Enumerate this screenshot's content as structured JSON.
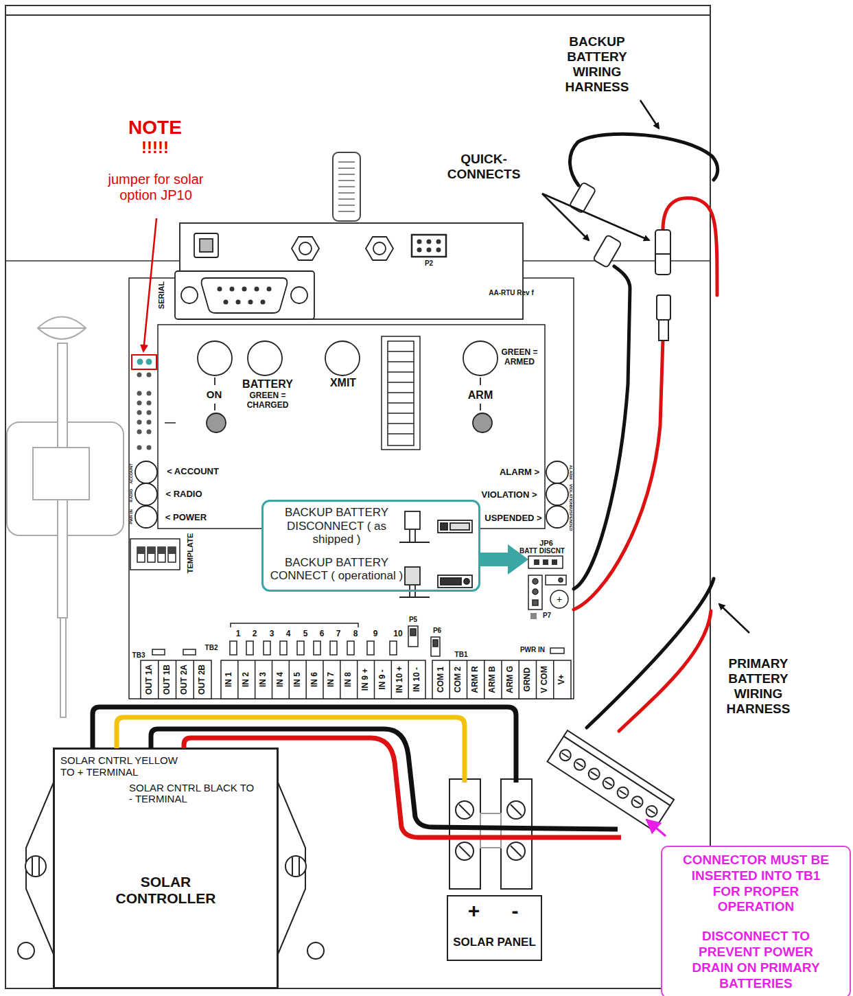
{
  "diagram": {
    "nodes": [
      {
        "text": [
          "BACKUP BATTERY DISCONNECT ( as shipped )",
          "BACKUP BATTERY CONNECT ( operational )"
        ]
      },
      {
        "text": [
          "SOLAR CNTRL YELLOW TO + TERMINAL",
          "SOLAR CNTRL BLACK TO - TERMINAL",
          "SOLAR CONTROLLER"
        ]
      },
      {
        "text": [
          "+",
          "-",
          "SOLAR PANEL"
        ]
      },
      {
        "text": [
          "CONNECTOR MUST BE INSERTED INTO TB1 FOR PROPER OPERATION",
          "DISCONNECT TO PREVENT POWER DRAIN ON PRIMARY BATTERIES"
        ]
      }
    ],
    "labels": [
      "NOTE",
      "!!!!!",
      "jumper for solar option JP10",
      "BACKUP BATTERY WIRING HARNESS",
      "QUICK- CONNECTS",
      "PRIMARY BATTERY WIRING HARNESS",
      "SERIAL",
      "P2",
      "AA-RTU Rev f",
      "ON",
      "BATTERY",
      "GREEN = CHARGED",
      "XMIT",
      "GREEN = ARMED",
      "ARM",
      "< ACCOUNT",
      "< RADIO",
      "< POWER",
      "ALARM >",
      "VIOLATION >",
      "USPENDED >",
      "ACCOUNT",
      "RADIO",
      "PWR IN",
      "ALARM",
      "VIOLATION",
      "SUSPENDED",
      "TEMPLATE",
      "JP6",
      "BATT DISCNT",
      "P7",
      "+",
      "P5",
      "P6",
      "TB3",
      "TB2",
      "TB1",
      "PWR IN",
      "1",
      "2",
      "3",
      "4",
      "5",
      "6",
      "7",
      "8",
      "9",
      "10",
      "OUT 1A",
      "OUT 1B",
      "OUT 2A",
      "OUT 2B",
      "IN 1",
      "IN 2",
      "IN 3",
      "IN 4",
      "IN 5",
      "IN 6",
      "IN 7",
      "IN 8",
      "IN 9 +",
      "IN 9 -",
      "IN 10 +",
      "IN 10 -",
      "COM 1",
      "COM 2",
      "ARM R",
      "ARM B",
      "ARM G",
      "GRND",
      "V COM",
      "V+"
    ]
  }
}
